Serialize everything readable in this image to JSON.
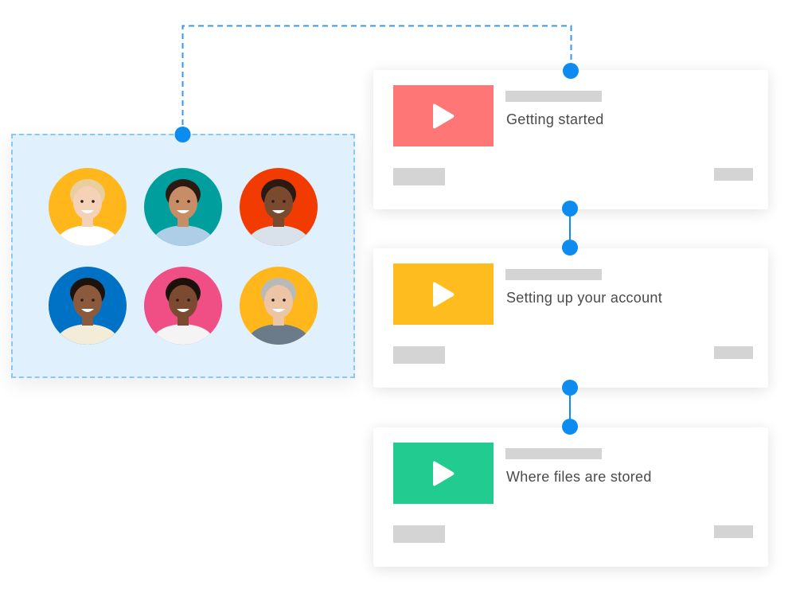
{
  "lessons": [
    {
      "title": "Getting started",
      "thumb_color": "#ff7676"
    },
    {
      "title": "Setting up your account",
      "thumb_color": "#ffbc1e"
    },
    {
      "title": "Where files are stored",
      "thumb_color": "#22cc91"
    }
  ],
  "team": {
    "avatars": [
      {
        "background": "#ffb71b",
        "skin": "#f5d1b8",
        "hair": "#e8cf9d",
        "shirt": "#ffffff"
      },
      {
        "background": "#009f9d",
        "skin": "#c68d66",
        "hair": "#2b1a12",
        "shirt": "#aecde7"
      },
      {
        "background": "#f23b00",
        "skin": "#7a4a2f",
        "hair": "#2a1a12",
        "shirt": "#d9e1ea"
      },
      {
        "background": "#0072c6",
        "skin": "#8b5a3c",
        "hair": "#1e120c",
        "shirt": "#f3ecd9"
      },
      {
        "background": "#ef4f85",
        "skin": "#7b4a30",
        "hair": "#1b100a",
        "shirt": "#f4f4f4"
      },
      {
        "background": "#ffb71b",
        "skin": "#ecc5a6",
        "hair": "#b9b9b9",
        "shirt": "#6c7b8a"
      }
    ]
  },
  "colors": {
    "accent": "#0c8cf0",
    "connector_dash": "#3a97e8",
    "panel_background": "#e0f0fc",
    "placeholder": "#d4d4d4"
  },
  "icons": {
    "play": "play-icon",
    "connector_dot": "connector-dot-icon"
  }
}
